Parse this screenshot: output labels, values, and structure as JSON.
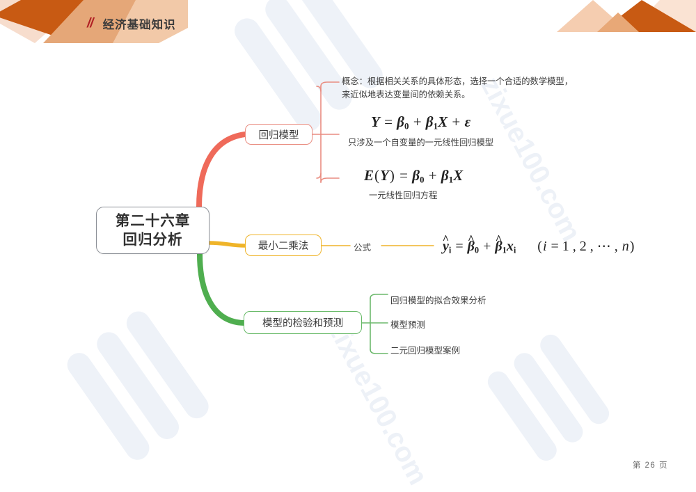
{
  "header": {
    "slash": "//",
    "title": "经济基础知识",
    "accent_color": "#b01f24"
  },
  "footer": {
    "page_label": "第 26 页"
  },
  "mindmap": {
    "root": {
      "label": "第二十六章\n回归分析",
      "border_color": "#8b8f96"
    },
    "branches": [
      {
        "label": "回归模型",
        "color": "#e98c80",
        "children": [
          {
            "text": "概念：根据相关关系的具体形态，选择一个合适的数学模型，\n来近似地表达变量间的依赖关系。"
          },
          {
            "formula": "Y = β0 + β1X + ε",
            "caption": "只涉及一个自变量的一元线性回归模型"
          },
          {
            "formula": "E(Y) = β0 + β1X",
            "caption": "一元线性回归方程"
          }
        ]
      },
      {
        "label": "最小二乘法",
        "color": "#efb429",
        "children": [
          {
            "text": "公式",
            "formula": "ŷi = β̂0 + β̂1xi  (i = 1, 2, ⋯, n)"
          }
        ]
      },
      {
        "label": "模型的检验和预测",
        "color": "#66b966",
        "children": [
          {
            "text": "回归模型的拟合效果分析"
          },
          {
            "text": "模型预测"
          },
          {
            "text": "二元回归模型案例"
          }
        ]
      }
    ]
  },
  "decor": {
    "top_left_colors": [
      "#f7ddcd",
      "#c85a13",
      "#e5a778",
      "#f2c9a8"
    ],
    "top_right_colors": [
      "#f5cdb0",
      "#c85a13",
      "#fae3d3",
      "#e8a877"
    ],
    "watermark_color": "#eef2f8"
  }
}
